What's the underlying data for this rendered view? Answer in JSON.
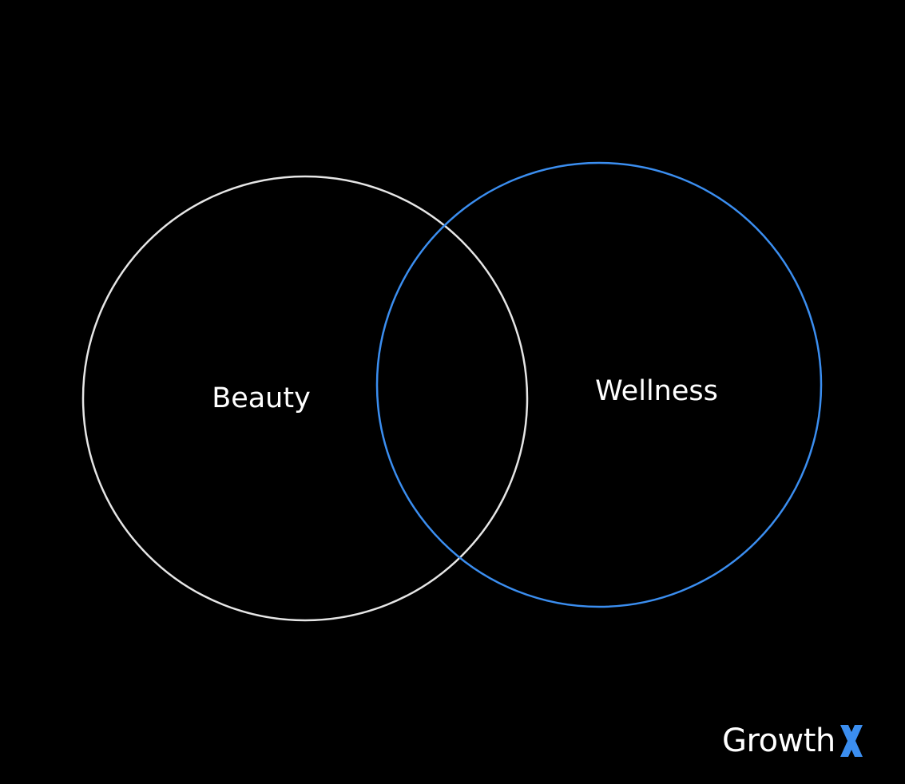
{
  "diagram": {
    "sets": [
      {
        "label": "Beauty",
        "color": "#e6e6e6"
      },
      {
        "label": "Wellness",
        "color": "#3b8ef0"
      }
    ]
  },
  "brand": {
    "name": "Growth",
    "mark": "X",
    "accent": "#3b8ef0"
  }
}
